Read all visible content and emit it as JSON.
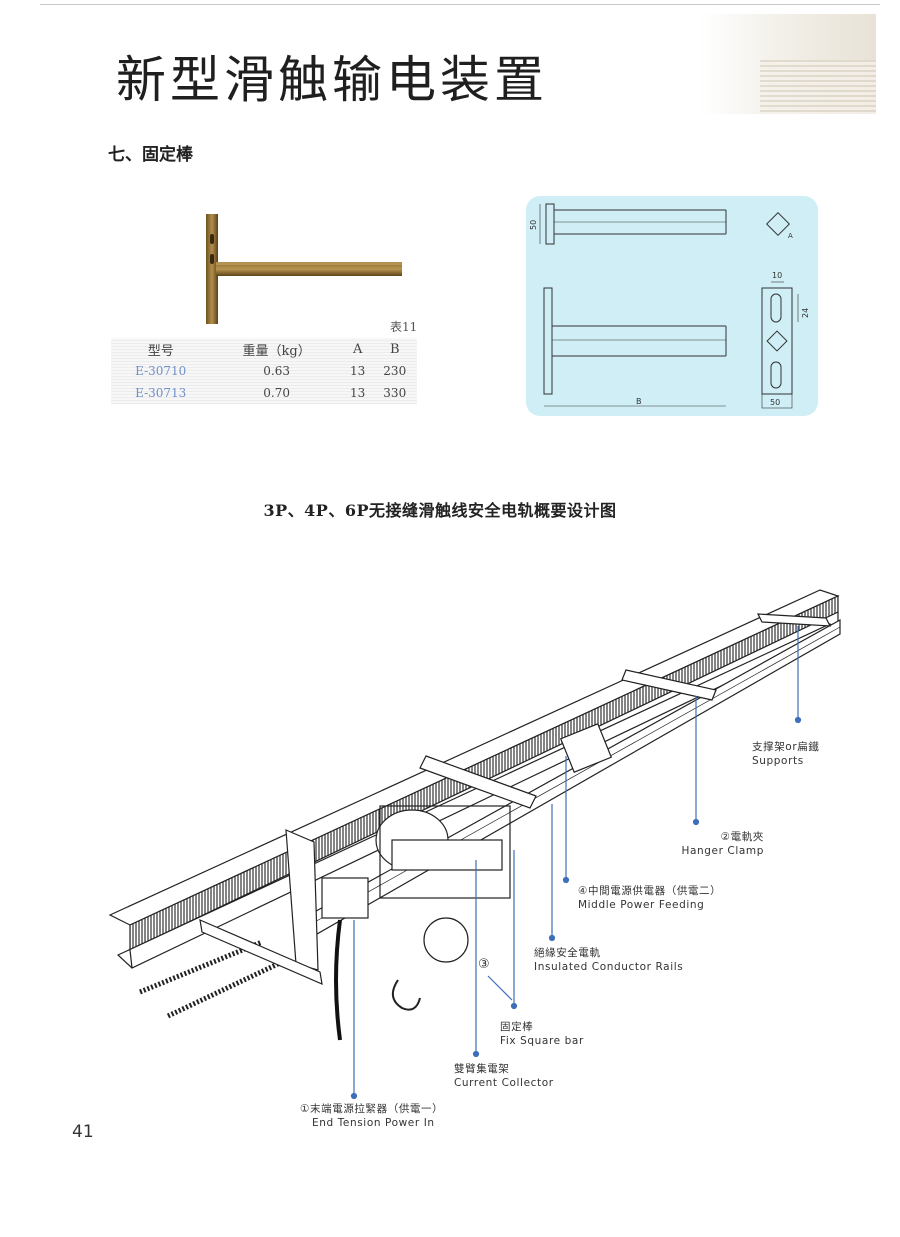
{
  "page_title": "新型滑触输电装置",
  "section_heading": "七、固定棒",
  "table_caption": "表11",
  "spec_table": {
    "headers": [
      "型号",
      "重量（kg）",
      "A",
      "B"
    ],
    "rows": [
      [
        "E-30710",
        "0.63",
        "13",
        "230"
      ],
      [
        "E-30713",
        "0.70",
        "13",
        "330"
      ]
    ]
  },
  "drawing_labels": {
    "dim_50_side": "50",
    "dim_a": "A",
    "dim_10": "10",
    "dim_24": "24",
    "dim_b": "B",
    "dim_50_bottom": "50"
  },
  "diagram_title": "3P、4P、6P无接缝滑触线安全电轨概要设计图",
  "callouts": {
    "supports": {
      "zh": "支撑架or扁鐵",
      "en": "Supports"
    },
    "hanger_clamp": {
      "zh": "②電軌夾",
      "en": "Hanger Clamp"
    },
    "middle_power": {
      "zh": "④中間電源供電器（供電二）",
      "en": "Middle Power Feeding"
    },
    "conductor_rails": {
      "zh": "絕緣安全電軌",
      "en": "Insulated Conductor Rails"
    },
    "marker_3": "③",
    "fix_bar": {
      "zh": "固定棒",
      "en": "Fix Square bar"
    },
    "collector": {
      "zh": "雙臂集電架",
      "en": "Current Collector"
    },
    "end_tension": {
      "zh": "①末端電源拉緊器（供電一）",
      "en": "End Tension Power In"
    }
  },
  "page_number": "41",
  "colors": {
    "drawing_bg": "#cfeef5",
    "model_text": "#6f8fc9",
    "callout_line": "#3d6fb8"
  }
}
